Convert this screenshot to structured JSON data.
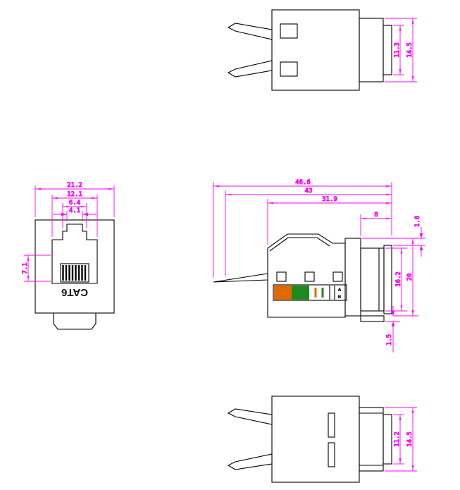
{
  "drawing": {
    "colors": {
      "dimension": "#ff00ff",
      "outline": "#000000",
      "wire_orange": "#e06a00",
      "wire_green": "#1e8a1e"
    },
    "views": {
      "top": {
        "dim_inner_height": "11.3",
        "dim_outer_height": "14.5"
      },
      "front": {
        "product_label": "CAT6",
        "dim_overall_width": "21.2",
        "dim_opening_width": "12.1",
        "dim_contact_width": "6.4",
        "dim_latch_width": "4.1",
        "dim_opening_height": "7.1"
      },
      "side": {
        "dim_total_length": "46.6",
        "dim_body_length": "43",
        "dim_housing_length": "31.9",
        "dim_plug_length": "8",
        "dim_lip_height": "1.6",
        "dim_plug_height": "16.2",
        "dim_flange_height": "20",
        "dim_step_height": "1.5",
        "wiring_label_a": "A",
        "wiring_label_b": "B"
      },
      "bottom": {
        "dim_inner_height": "11.2",
        "dim_outer_height": "14.5"
      }
    }
  }
}
